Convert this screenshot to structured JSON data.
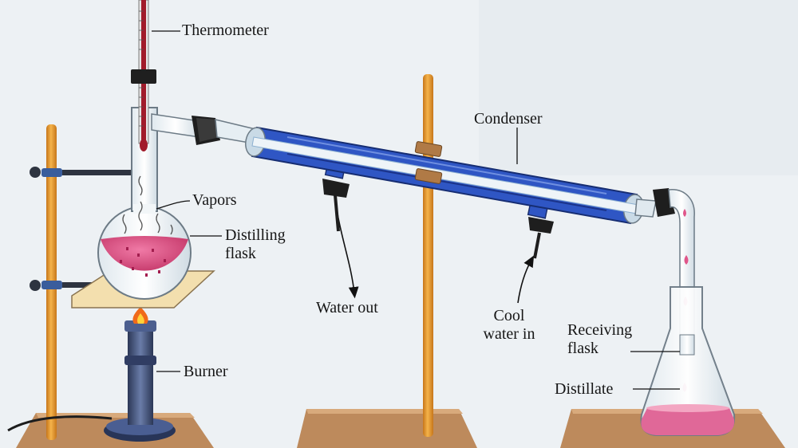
{
  "labels": {
    "thermometer": "Thermometer",
    "condenser": "Condenser",
    "vapors": "Vapors",
    "distilling_flask": [
      "Distilling",
      "flask"
    ],
    "water_out": "Water out",
    "cool_water_in": [
      "Cool",
      "water in"
    ],
    "receiving_flask": [
      "Receiving",
      "flask"
    ],
    "distillate": "Distillate",
    "burner": "Burner"
  },
  "colors": {
    "background": "#edf1f4",
    "liquid": "#d8457a",
    "coolant": "#2f56c4",
    "stand_rod": "#e89a2a",
    "wood_base": "#bd8a5c",
    "rubber": "#222222",
    "burner_body": "#3d4e78",
    "flame": "#f06a1a"
  }
}
